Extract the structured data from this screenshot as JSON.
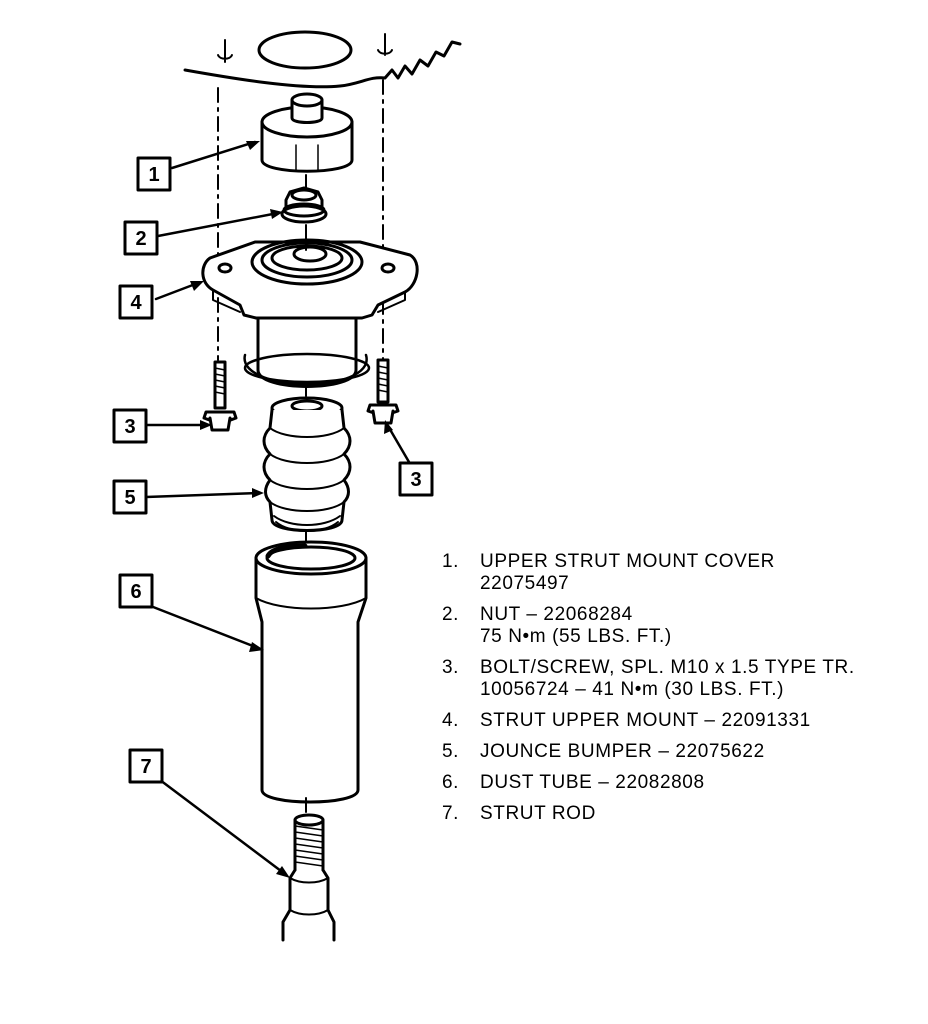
{
  "callouts": {
    "c1": "1",
    "c2": "2",
    "c3a": "3",
    "c3b": "3",
    "c4": "4",
    "c5": "5",
    "c6": "6",
    "c7": "7"
  },
  "legend": [
    {
      "num": "1.",
      "lines": [
        "UPPER STRUT MOUNT COVER",
        "22075497"
      ]
    },
    {
      "num": "2.",
      "lines": [
        "NUT – 22068284",
        "75 N•m (55 LBS. FT.)"
      ]
    },
    {
      "num": "3.",
      "lines": [
        "BOLT/SCREW, SPL. M10 x 1.5 TYPE TR.",
        "10056724 – 41 N•m (30 LBS. FT.)"
      ]
    },
    {
      "num": "4.",
      "lines": [
        "STRUT UPPER MOUNT – 22091331"
      ]
    },
    {
      "num": "5.",
      "lines": [
        "JOUNCE BUMPER – 22075622"
      ]
    },
    {
      "num": "6.",
      "lines": [
        "DUST TUBE – 22082808"
      ]
    },
    {
      "num": "7.",
      "lines": [
        "STRUT ROD"
      ]
    }
  ]
}
